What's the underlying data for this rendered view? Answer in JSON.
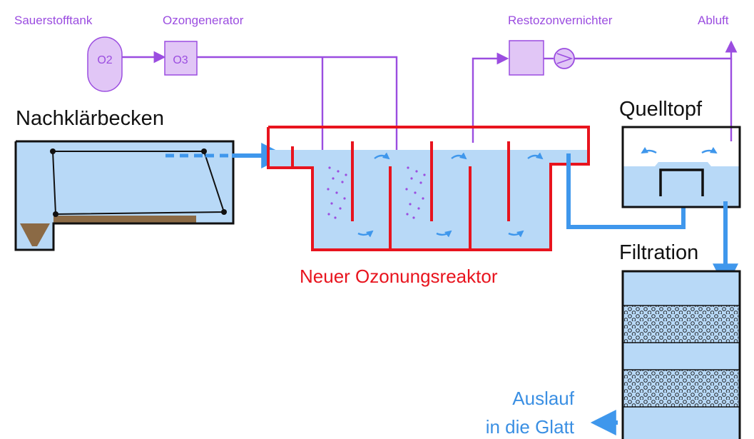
{
  "colors": {
    "gas_line": "#9b4de0",
    "water": "#b8d9f7",
    "water_flow": "#3f97ec",
    "reactor_wall": "#e8141e",
    "sludge": "#8b6a45"
  },
  "labels": {
    "sauerstofftank": "Sauerstofftank",
    "ozongenerator": "Ozongenerator",
    "restozonvernichter": "Restozonvernichter",
    "abluft": "Abluft",
    "nachklaerbecken": "Nachklärbecken",
    "quelltopf": "Quelltopf",
    "filtration": "Filtration",
    "reactor": "Neuer Ozonungsreaktor",
    "auslauf_line1": "Auslauf",
    "auslauf_line2": "in die Glatt"
  },
  "units": {
    "o2": "O2",
    "o3": "O3"
  },
  "icons": [
    "oxygen-tank-icon",
    "ozone-generator-icon",
    "residual-ozone-destroyer-icon",
    "pump-icon",
    "exhaust-arrow-icon"
  ]
}
